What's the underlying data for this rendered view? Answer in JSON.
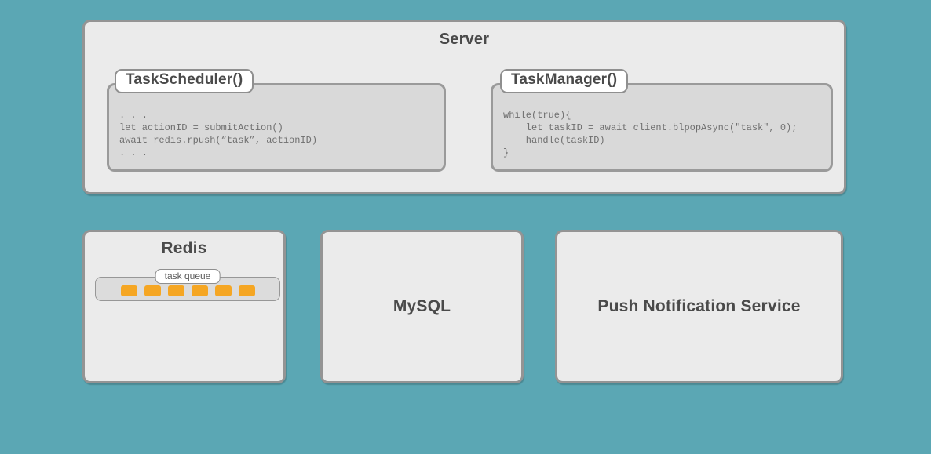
{
  "colors": {
    "background": "#5ba7b4",
    "panel_fill": "#ebebeb",
    "code_fill": "#d9d9d9",
    "border_gray": "#949494",
    "heading_text": "#4a4a4a",
    "code_text": "#6f6f6f",
    "queue_block": "#f5a623",
    "tag_fill": "#ffffff"
  },
  "server": {
    "title": "Server",
    "components": [
      {
        "name": "TaskScheduler()",
        "code": ". . .\nlet actionID = submitAction()\nawait redis.rpush(“task”, actionID)\n. . ."
      },
      {
        "name": "TaskManager()",
        "code": "while(true){\n    let taskID = await client.blpopAsync(\"task\", 0);\n    handle(taskID)\n}"
      }
    ]
  },
  "services": [
    {
      "title": "Redis",
      "queue_label": "task queue",
      "queue_items": 6
    },
    {
      "title": "MySQL"
    },
    {
      "title": "Push Notification Service"
    }
  ]
}
